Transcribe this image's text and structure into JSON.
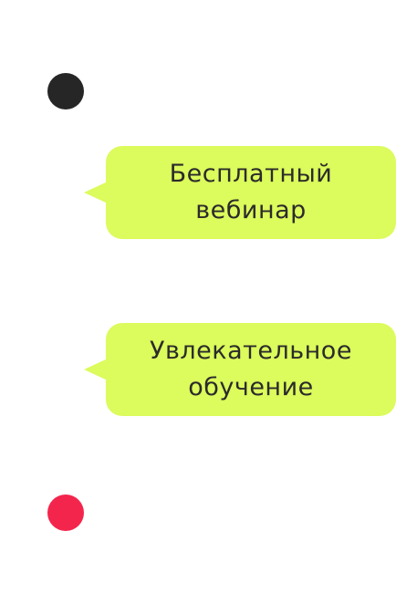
{
  "colors": {
    "dot_dark": "#262626",
    "dot_red": "#f4254d",
    "bubble_bg": "#dcfb5c",
    "text": "#2b2b2b"
  },
  "timeline": {
    "bubbles": [
      {
        "line1": "Бесплатный",
        "line2": "вебинар"
      },
      {
        "line1": "Увлекательное",
        "line2": "обучение"
      }
    ]
  }
}
